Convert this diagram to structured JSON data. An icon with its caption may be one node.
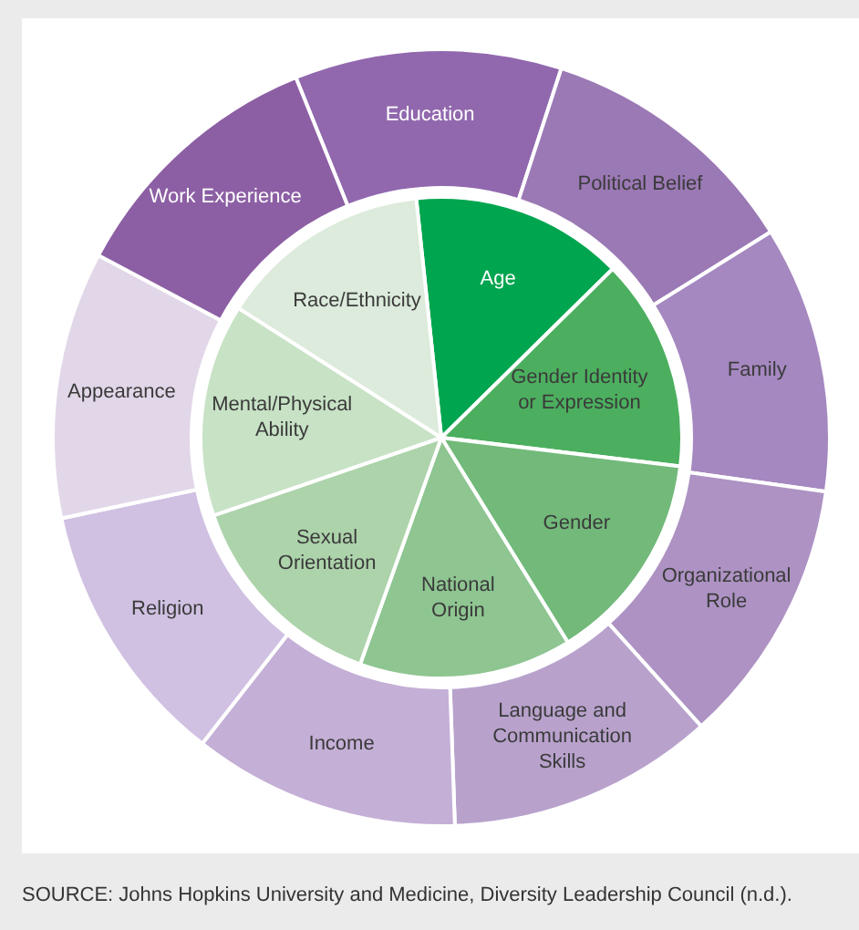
{
  "diagram": {
    "caption": "SOURCE: Johns Hopkins University and Medicine, Diversity Leadership Council (n.d.).",
    "nodes": [
      {
        "text": [
          "Education"
        ]
      },
      {
        "text": [
          "Political Belief"
        ]
      },
      {
        "text": [
          "Family"
        ]
      },
      {
        "text": [
          "Organizational Role"
        ]
      },
      {
        "text": [
          "Language and Communication Skills"
        ]
      },
      {
        "text": [
          "Income"
        ]
      },
      {
        "text": [
          "Religion"
        ]
      },
      {
        "text": [
          "Appearance"
        ]
      },
      {
        "text": [
          "Work Experience"
        ]
      },
      {
        "text": [
          "Age"
        ]
      },
      {
        "text": [
          "Gender Identity or Expression"
        ]
      },
      {
        "text": [
          "Gender"
        ]
      },
      {
        "text": [
          "National Origin"
        ]
      },
      {
        "text": [
          "Sexual Orientation"
        ]
      },
      {
        "text": [
          "Mental/Physical Ability"
        ]
      },
      {
        "text": [
          "Race/Ethnicity"
        ]
      }
    ]
  }
}
